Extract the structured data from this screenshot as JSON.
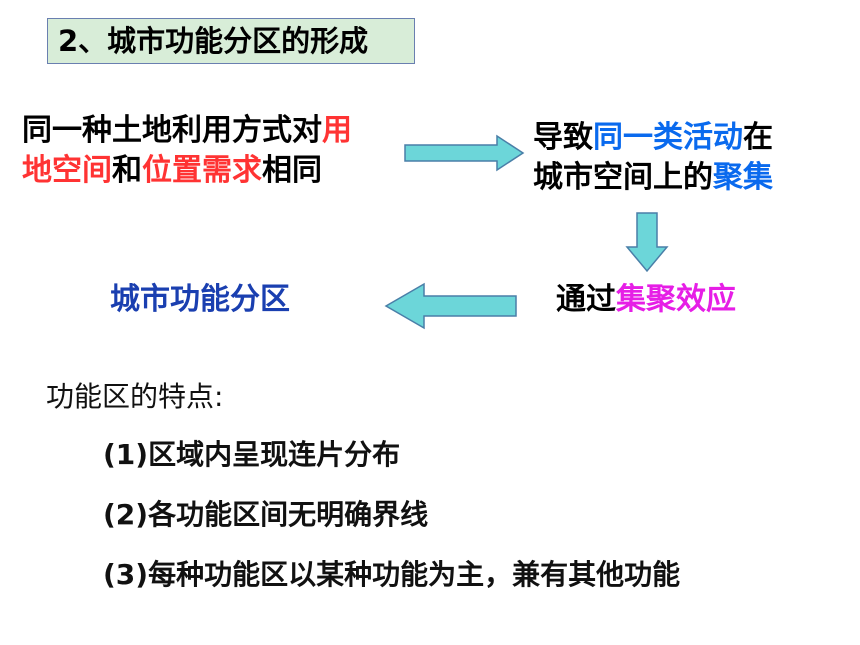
{
  "title": "2、城市功能分区的形成",
  "box1": {
    "line1": [
      "同一种土地利用方式对",
      "用"
    ],
    "line2": [
      "地空间",
      "和",
      "位置需求",
      "相同"
    ]
  },
  "box2": {
    "line1": [
      "导致",
      "同一类活动",
      "在"
    ],
    "line2": [
      "城市空间上的",
      "聚集"
    ]
  },
  "box3": [
    "通过",
    "集聚效应"
  ],
  "box4": "城市功能分区",
  "features": {
    "heading": "功能区的特点:",
    "items": [
      "(1)区域内呈现连片分布",
      "(2)各功能区间无明确界线",
      "(3)每种功能区以某种功能为主，兼有其他功能"
    ]
  },
  "colors": {
    "red": "#ff3333",
    "blue": "#0a6aee",
    "navy": "#1a3fb0",
    "magenta": "#e61ee6",
    "arrow": "#6cd6d9"
  }
}
